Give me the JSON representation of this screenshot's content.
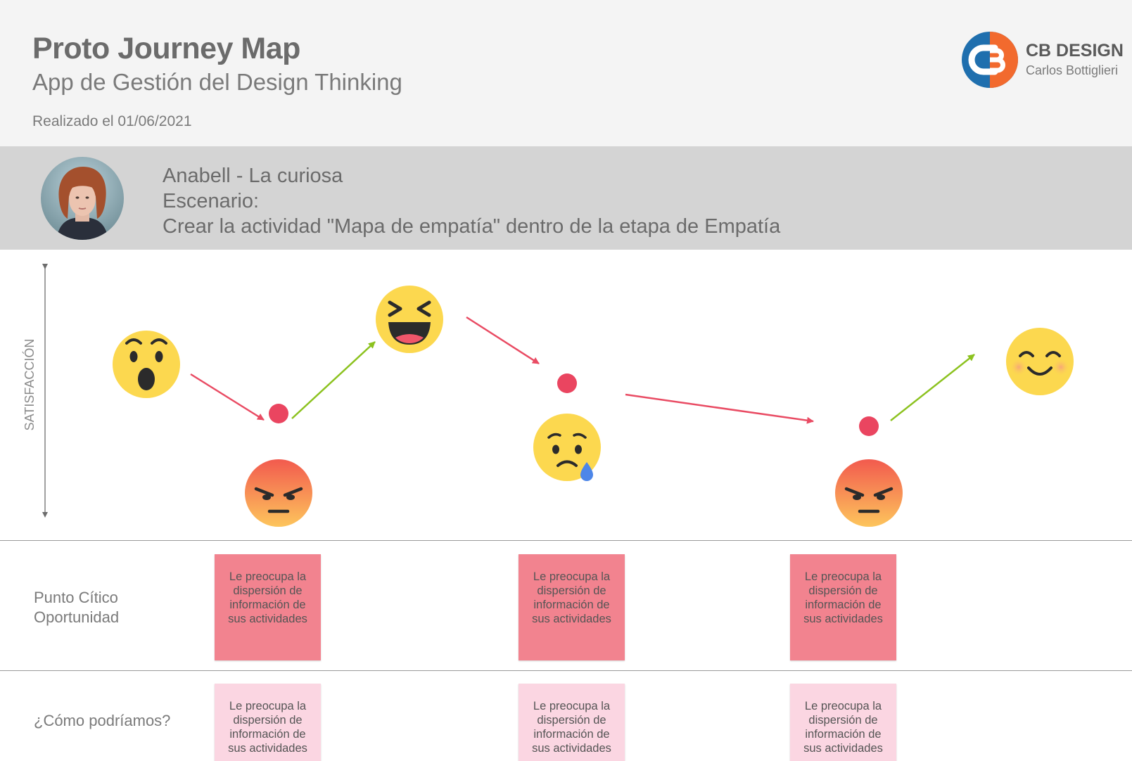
{
  "header": {
    "title": "Proto Journey Map",
    "subtitle": "App de Gestión del Design Thinking",
    "date": "Realizado el 01/06/2021",
    "brand_name": "CB DESIGN",
    "brand_author": "Carlos Bottiglieri"
  },
  "persona": {
    "name": "Anabell - La curiosa",
    "scenario_label": "Escenario:",
    "scenario": "Crear la actividad \"Mapa de empatía\" dentro de la etapa de Empatía"
  },
  "journey": {
    "axis_label": "SATISFACCIÓN",
    "stages": [
      {
        "emotion": "surprised-face-icon"
      },
      {
        "emotion": "angry-face-icon",
        "critical_point": true
      },
      {
        "emotion": "laughing-face-icon"
      },
      {
        "emotion": "sad-tear-face-icon",
        "critical_point": true
      },
      {
        "emotion": "angry-face-icon",
        "critical_point": true
      },
      {
        "emotion": "smiling-face-icon"
      }
    ],
    "colors": {
      "down_arrow": "#e94b63",
      "up_arrow": "#8cc21f",
      "critical_dot": "#ea4560",
      "face": "#fcd84f",
      "angry_top": "#f25a4e",
      "angry_bottom": "#fdc55c"
    }
  },
  "rows": {
    "critical_label_1": "Punto Cítico",
    "critical_label_2": "Oportunidad",
    "how_label": "¿Cómo podríamos?",
    "critical_notes": [
      {
        "line1": "Le preocupa la",
        "line2": "dispersión de",
        "line3": "información de",
        "line4": "sus actividades"
      },
      {
        "line1": "Le preocupa la",
        "line2": "dispersión de",
        "line3": "información de",
        "line4": "sus actividades"
      },
      {
        "line1": "Le preocupa la",
        "line2": "dispersión de",
        "line3": "información de",
        "line4": "sus actividades"
      }
    ],
    "how_notes": [
      {
        "line1": "Le preocupa la",
        "line2": "dispersión de",
        "line3": "información de",
        "line4": "sus actividades"
      },
      {
        "line1": "Le preocupa la",
        "line2": "dispersión de",
        "line3": "información de",
        "line4": "sus actividades"
      },
      {
        "line1": "Le preocupa la",
        "line2": "dispersión de",
        "line3": "información de",
        "line4": "sus actividades"
      }
    ],
    "critical_note_color": "#f2838f",
    "how_note_color": "#fbd6e2"
  }
}
